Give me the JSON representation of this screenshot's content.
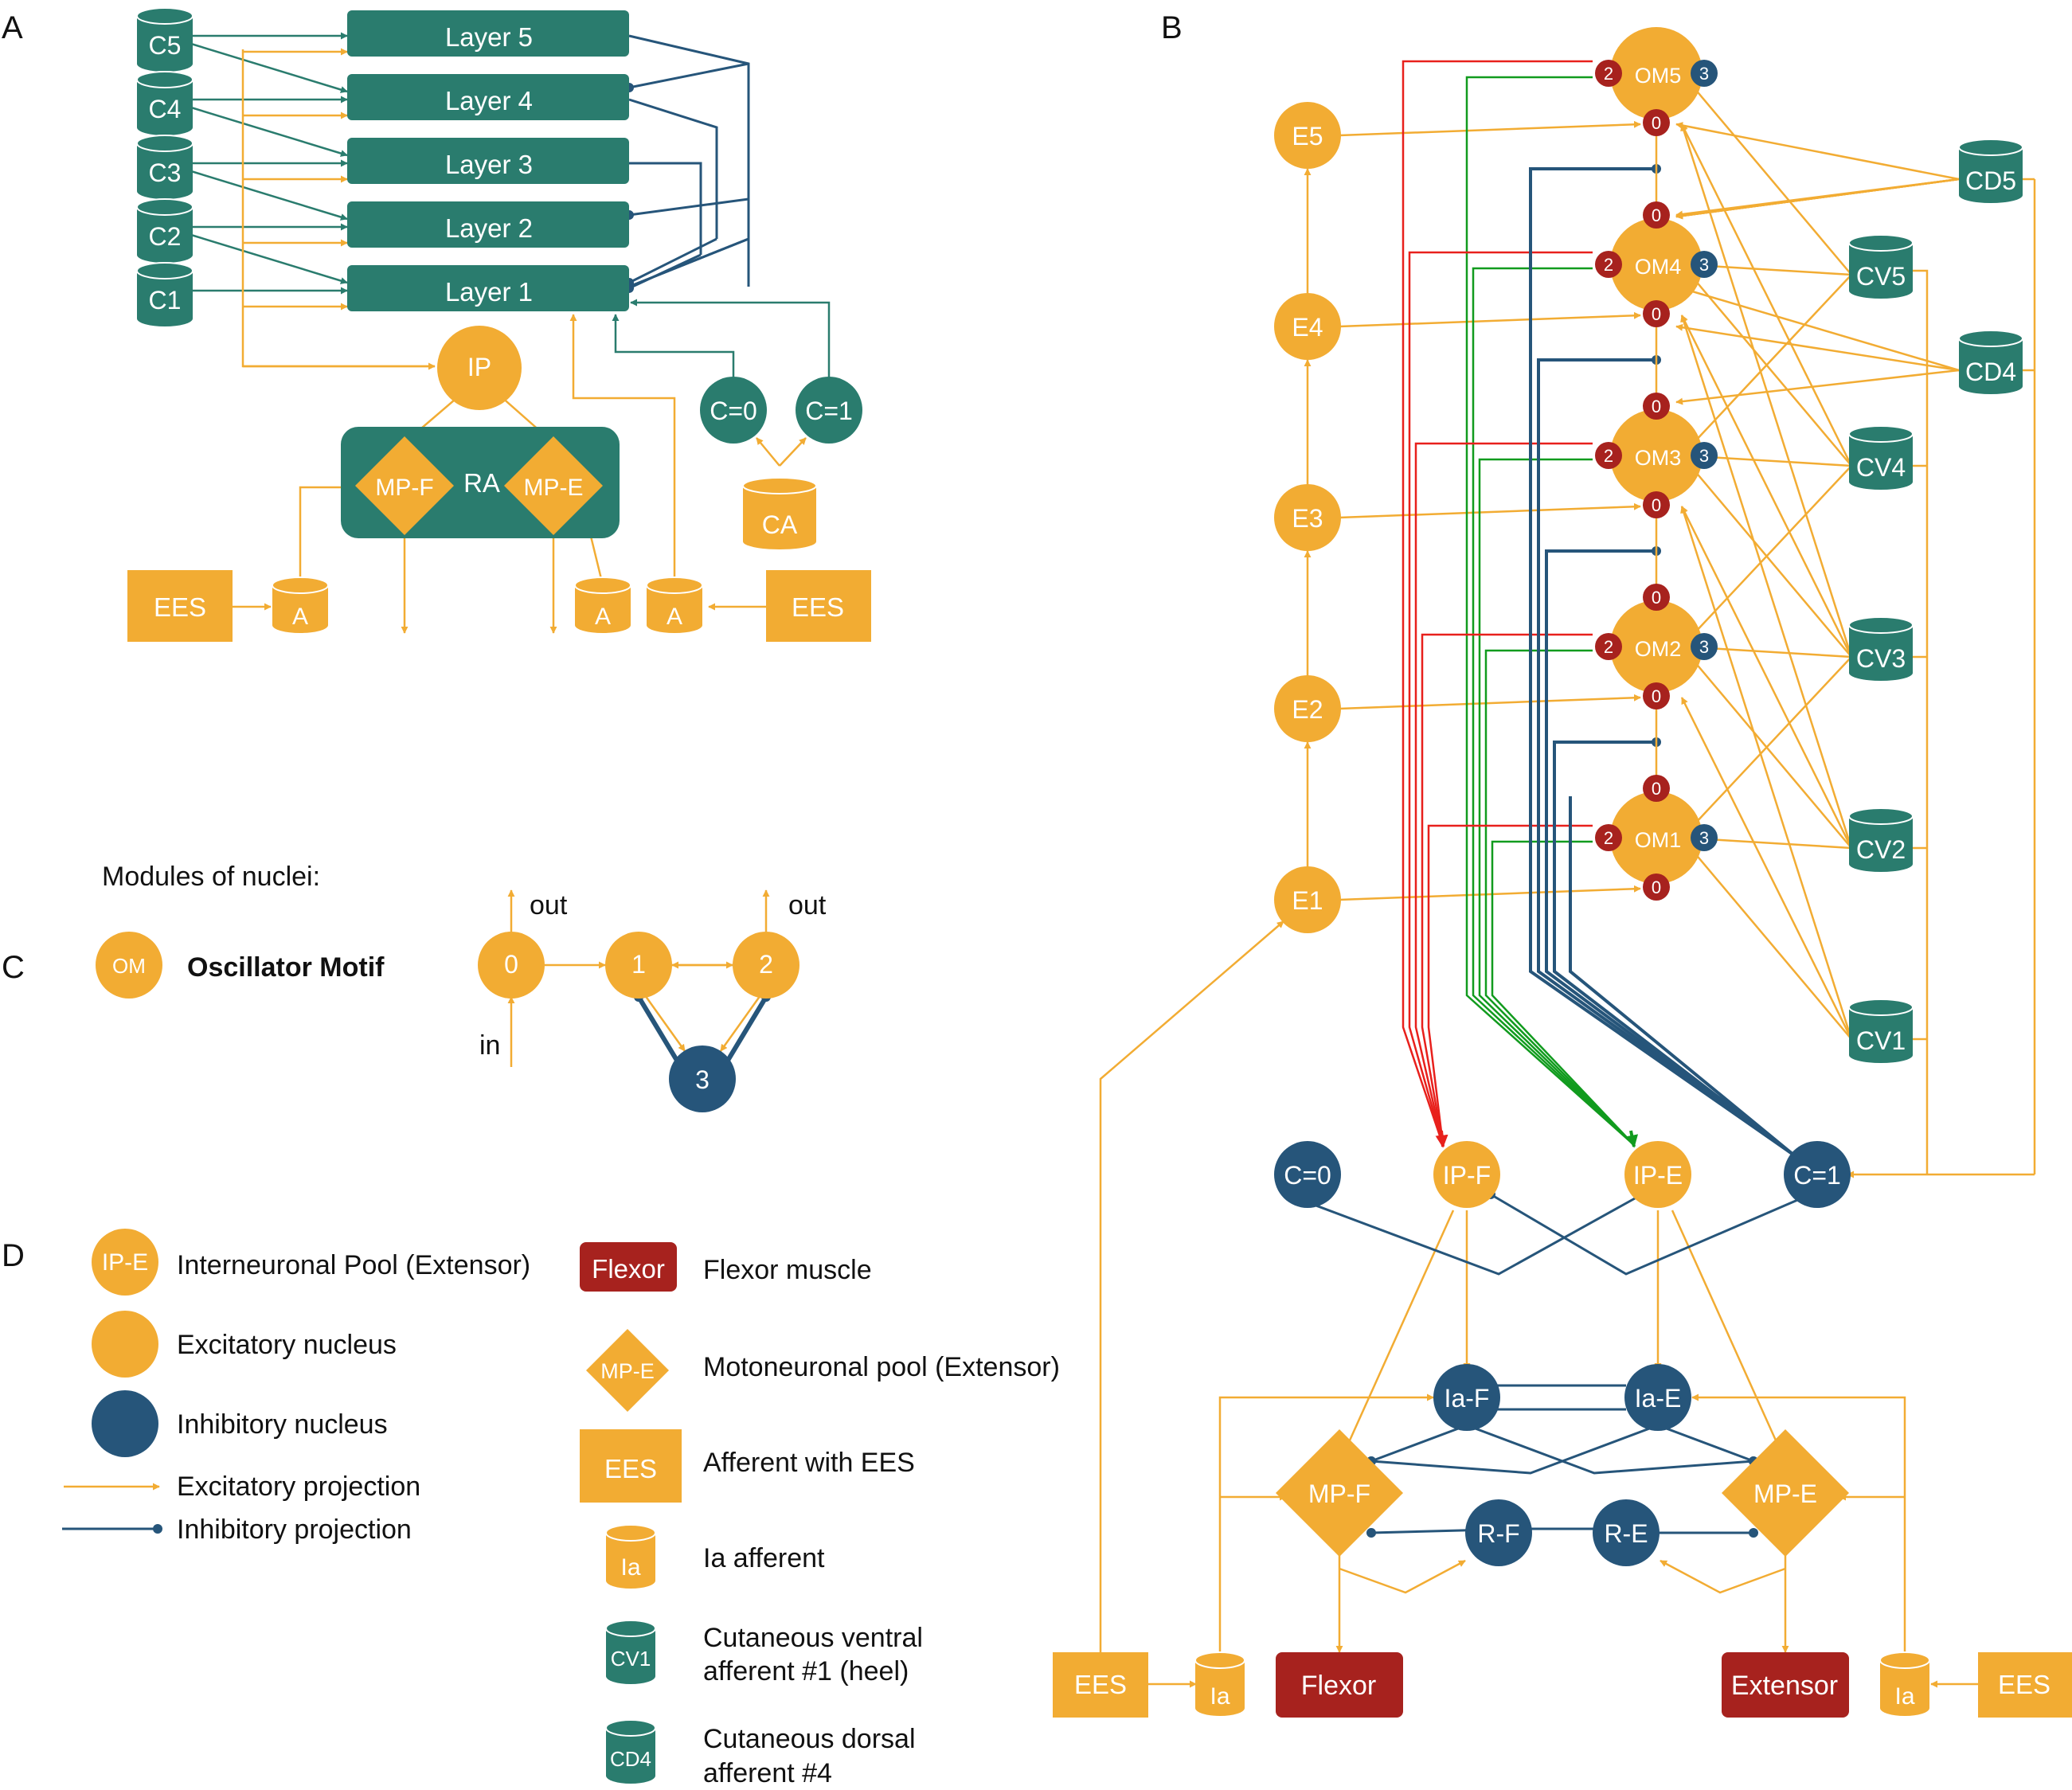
{
  "colors": {
    "excitatory": "#F2AC33",
    "inhibitory": "#26557A",
    "cutaneous": "#2A7C6E",
    "muscle": "#A7221E",
    "flexor_proj": "#E8201C",
    "extensor_proj": "#119B1E",
    "text_light": "#ffffff",
    "text_dark": "#111111"
  },
  "panels": {
    "A": "A",
    "B": "B",
    "C": "C",
    "D": "D"
  },
  "panelA": {
    "layers": [
      "Layer 5",
      "Layer 4",
      "Layer 3",
      "Layer 2",
      "Layer 1"
    ],
    "inputs": [
      "C5",
      "C4",
      "C3",
      "C2",
      "C1"
    ],
    "ip": "IP",
    "ra": "RA",
    "mpf": "MP-F",
    "mpe": "MP-E",
    "c0": "C=0",
    "c1": "C=1",
    "ca": "CA",
    "ees_left": "EES",
    "ees_right": "EES",
    "a1": "A",
    "a2": "A",
    "a3": "A"
  },
  "panelB": {
    "om": [
      "OM5",
      "OM4",
      "OM3",
      "OM2",
      "OM1"
    ],
    "e": [
      "E5",
      "E4",
      "E3",
      "E2",
      "E1"
    ],
    "sub0": "0",
    "sub2": "2",
    "sub3": "3",
    "cd": [
      "CD5",
      "CD4"
    ],
    "cv": [
      "CV5",
      "CV4",
      "CV3",
      "CV2",
      "CV1"
    ],
    "c0": "C=0",
    "ipf": "IP-F",
    "ipe": "IP-E",
    "c1": "C=1",
    "iaf": "Ia-F",
    "iae": "Ia-E",
    "mpf": "MP-F",
    "mpe": "MP-E",
    "rf": "R-F",
    "re": "R-E",
    "ees_left": "EES",
    "ees_right": "EES",
    "ia_left": "Ia",
    "ia_right": "Ia",
    "flexor": "Flexor",
    "extensor": "Extensor"
  },
  "panelC": {
    "heading": "Modules of nuclei:",
    "om_icon": "OM",
    "om_label": "Oscillator Motif",
    "n0": "0",
    "n1": "1",
    "n2": "2",
    "n3": "3",
    "out1": "out",
    "out2": "out",
    "in": "in"
  },
  "panelD": {
    "ipe_icon": "IP-E",
    "ipe_label": "Interneuronal Pool (Extensor)",
    "exc_label": "Excitatory nucleus",
    "inh_label": "Inhibitory nucleus",
    "exc_proj_label": "Excitatory projection",
    "inh_proj_label": "Inhibitory projection",
    "flexor_icon": "Flexor",
    "flexor_label": "Flexor muscle",
    "mpe_icon": "MP-E",
    "mpe_label": "Motoneuronal pool (Extensor)",
    "ees_icon": "EES",
    "ees_label": "Afferent with EES",
    "ia_icon": "Ia",
    "ia_label": "Ia afferent",
    "cv_icon": "CV1",
    "cv_label_1": "Cutaneous ventral",
    "cv_label_2": "afferent #1 (heel)",
    "cd_icon": "CD4",
    "cd_label_1": "Cutaneous dorsal",
    "cd_label_2": "afferent #4"
  }
}
